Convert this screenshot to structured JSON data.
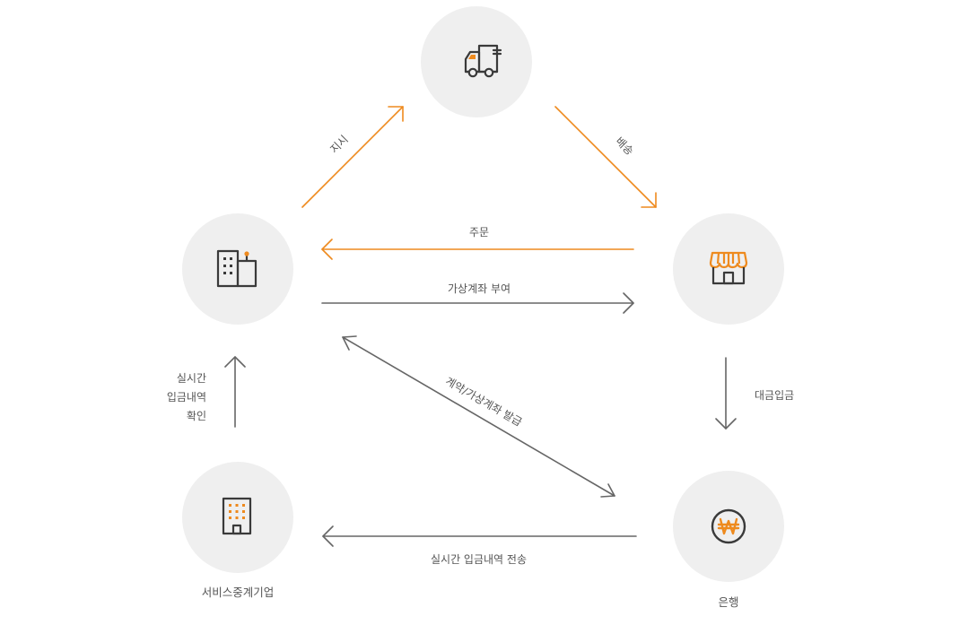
{
  "colors": {
    "orange": "#ee8a1e",
    "gray": "#666666",
    "circle": "#efefef",
    "icon": "#3a3a3a"
  },
  "nodes": {
    "truck": {
      "icon": "truck-icon"
    },
    "company": {
      "icon": "office-building-icon"
    },
    "store": {
      "icon": "storefront-icon"
    },
    "platform": {
      "icon": "building-icon",
      "label": "서비스중계기업"
    },
    "bank": {
      "icon": "won-coin-icon",
      "label": "은행"
    }
  },
  "edges": {
    "instruct": "지시",
    "delivery": "배송",
    "order": "주문",
    "virtual_account_grant": "가상계좌 부여",
    "contract_issue": "계약/가상계좌 발급",
    "payment_deposit": "대금입금",
    "realtime_transfer": "실시간 입금내역 전송",
    "realtime_check": [
      "실시간",
      "입금내역",
      "확인"
    ]
  }
}
